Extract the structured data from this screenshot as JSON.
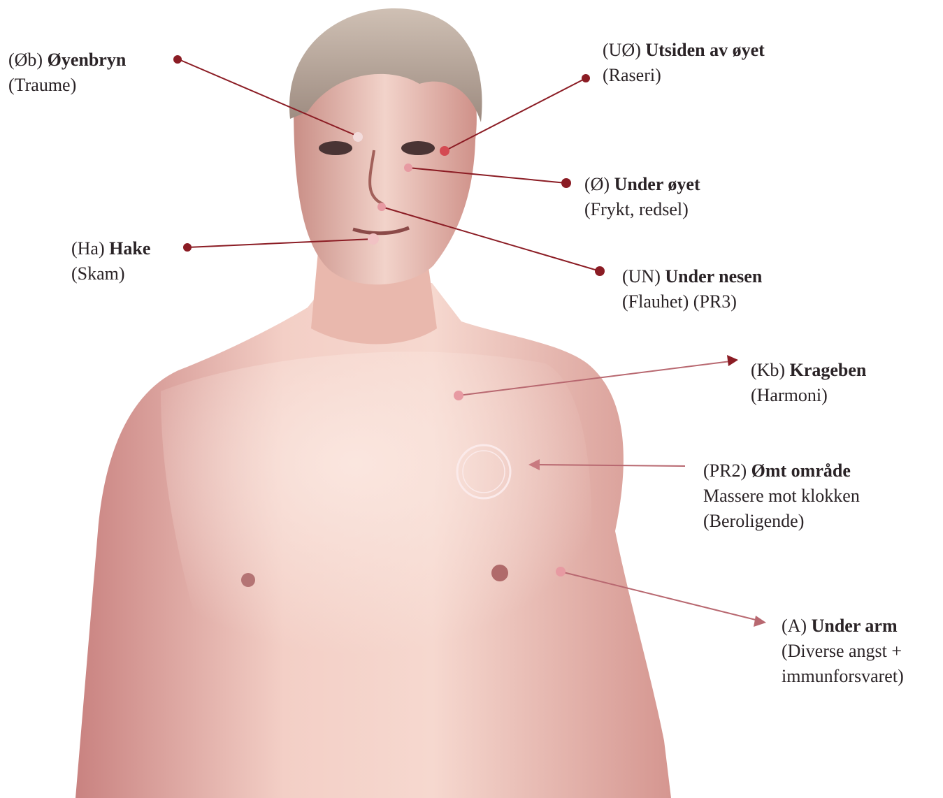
{
  "colors": {
    "marker": "#8b1c24",
    "marker_on_skin": "#e79aa2",
    "line": "#8b1c24",
    "line_on_skin": "#eea6ac",
    "text": "#2a2326",
    "skin_light": "#f7dcd3",
    "skin_mid": "#e4aea4",
    "skin_shadow": "#b86f6b",
    "hair": "#b9a89c"
  },
  "illustration": {
    "subject": "shirtless-man-torso-photo"
  },
  "points": [
    {
      "code": "(Øb)",
      "name": "Øyenbryn",
      "meaning": "(Traume)"
    },
    {
      "code": "(UØ)",
      "name": "Utsiden av øyet",
      "meaning": "(Raseri)"
    },
    {
      "code": "(Ø)",
      "name": "Under øyet",
      "meaning": "(Frykt, redsel)"
    },
    {
      "code": "(Ha)",
      "name": "Hake",
      "meaning": "(Skam)"
    },
    {
      "code": "(UN)",
      "name": "Under nesen",
      "meaning": "(Flauhet) (PR3)"
    },
    {
      "code": "(Kb)",
      "name": "Krageben",
      "meaning": "(Harmoni)"
    },
    {
      "code": "(PR2)",
      "name": "Ømt område",
      "detail": "Massere mot klokken",
      "meaning": "(Beroligende)"
    },
    {
      "code": "(A)",
      "name": "Under arm",
      "meaning": "(Diverse angst +",
      "meaning_cont": "immunforsvaret)"
    }
  ]
}
